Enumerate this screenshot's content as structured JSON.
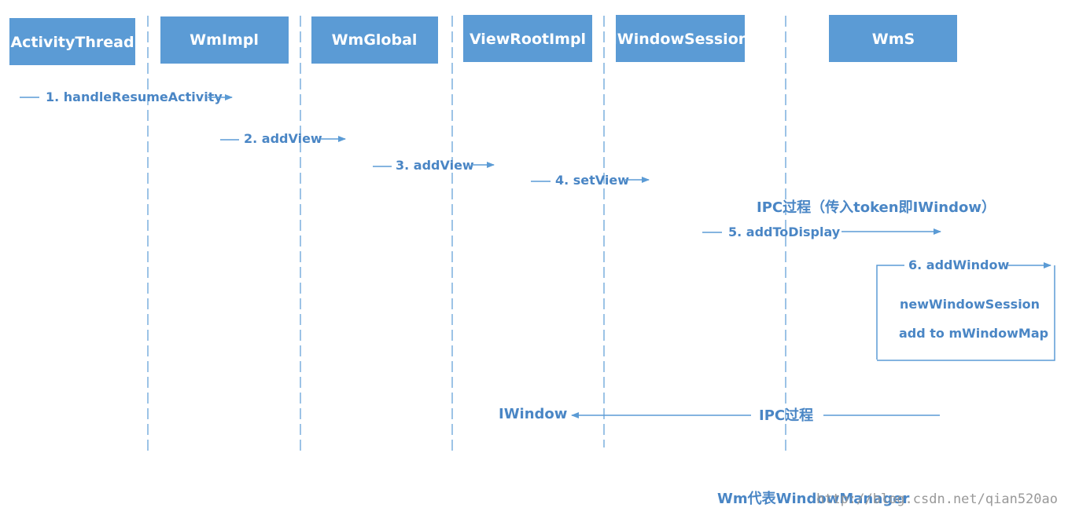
{
  "diagram": {
    "participants": [
      {
        "id": "activitythread",
        "label": "ActivityThread"
      },
      {
        "id": "wmimpl",
        "label": "WmImpl"
      },
      {
        "id": "wmglobal",
        "label": "WmGlobal"
      },
      {
        "id": "viewrootimpl",
        "label": "ViewRootImpl"
      },
      {
        "id": "iwindowsession",
        "label": "IWindowSession"
      },
      {
        "id": "wms",
        "label": "WmS"
      }
    ],
    "messages": [
      {
        "label": "1. handleResumeActivity"
      },
      {
        "label": "2. addView"
      },
      {
        "label": "3. addView"
      },
      {
        "label": "4. setView"
      },
      {
        "label": "5. addToDisplay"
      },
      {
        "label": "6. addWindow"
      }
    ],
    "ipc_note": "IPC过程（传入token即IWindow）",
    "wms_box_lines": [
      "newWindowSession",
      "add to mWindowMap"
    ],
    "return": {
      "left_label": "IWindow",
      "center_label": "IPC过程"
    },
    "footer_note": "Wm代表WindowManager",
    "watermark": "http://blog.csdn.net/qian520ao"
  }
}
